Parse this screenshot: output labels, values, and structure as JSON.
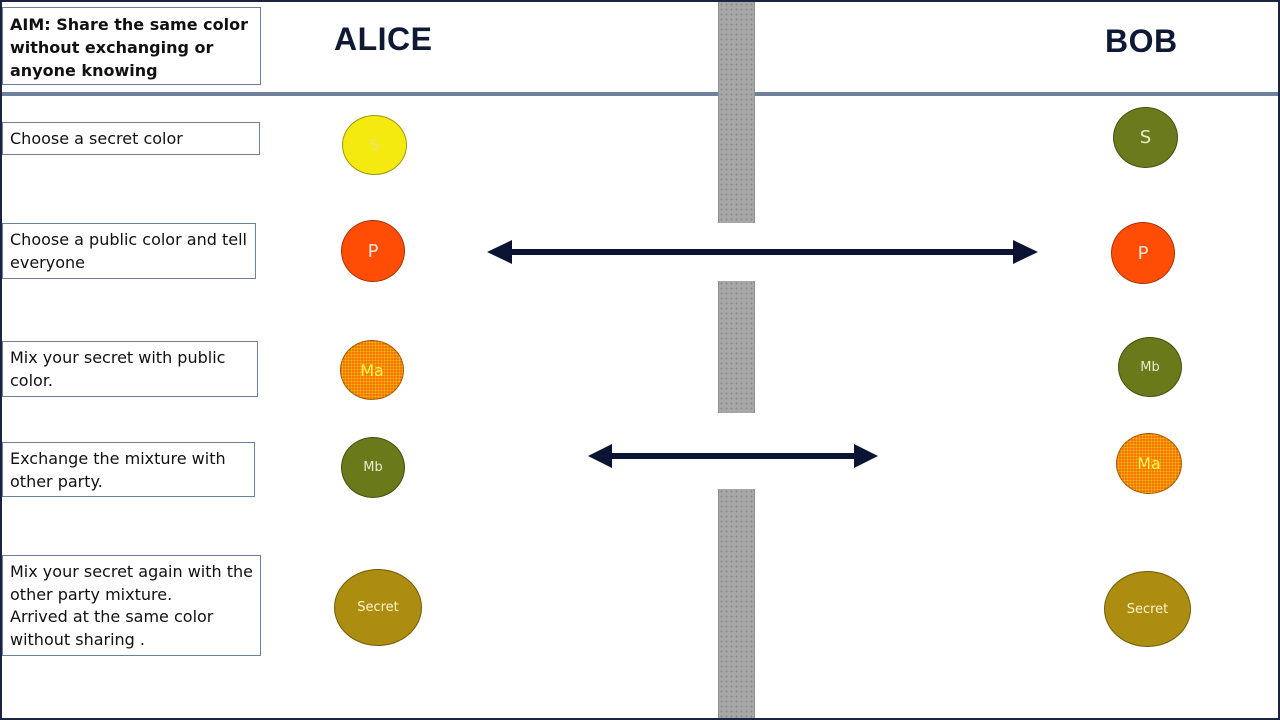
{
  "aim": "AIM: Share the same color without exchanging or anyone knowing",
  "parties": {
    "alice": "ALICE",
    "bob": "BOB"
  },
  "steps": [
    "Choose a secret color",
    "Choose a public color and tell everyone",
    "Mix your secret with public color.",
    "Exchange the mixture with other party.",
    "Mix your secret again with the other party mixture.\nArrived at the same color without sharing ."
  ],
  "alice_circles": [
    {
      "label": "S",
      "color": "#f4ea10"
    },
    {
      "label": "P",
      "color": "#ff4d06"
    },
    {
      "label": "Ma",
      "color": "#ff6a0a"
    },
    {
      "label": "Mb",
      "color": "#6a7a1a"
    },
    {
      "label": "Secret",
      "color": "#ad8d0f"
    }
  ],
  "bob_circles": [
    {
      "label": "S",
      "color": "#6b7a1c"
    },
    {
      "label": "P",
      "color": "#ff4d06"
    },
    {
      "label": "Mb",
      "color": "#6a7a1a"
    },
    {
      "label": "Ma",
      "color": "#ff6a0a"
    },
    {
      "label": "Secret",
      "color": "#ad8d0f"
    }
  ],
  "arrow_color": "#0b1533",
  "wall_color": "#a7a7a7"
}
